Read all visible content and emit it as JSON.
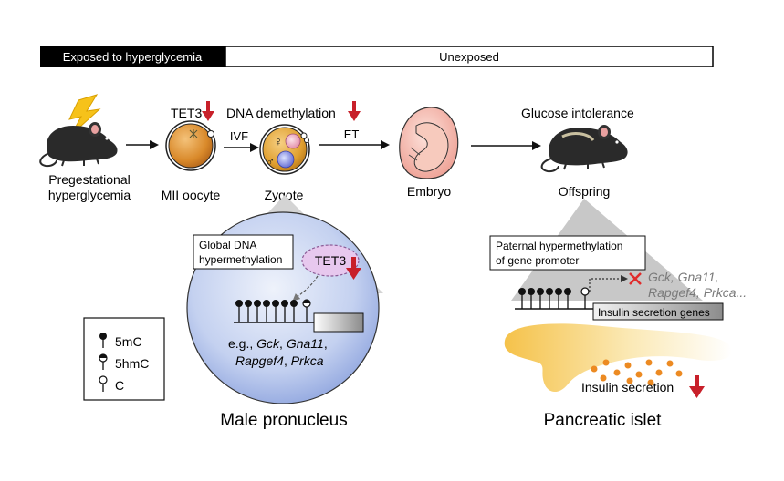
{
  "banner": {
    "exposed_label": "Exposed to hyperglycemia",
    "unexposed_label": "Unexposed"
  },
  "stages": {
    "pregestational": [
      "Pregestational",
      "hyperglycemia"
    ],
    "oocyte": "MII oocyte",
    "zygote": "Zygote",
    "embryo": "Embryo",
    "offspring": "Offspring"
  },
  "annotations": {
    "tet3": "TET3",
    "dna_demethylation": "DNA demethylation",
    "glucose_intolerance": "Glucose intolerance",
    "ivf": "IVF",
    "et": "ET",
    "female_symbol": "♀",
    "male_symbol": "♂"
  },
  "pronucleus_panel": {
    "box_label": [
      "Global DNA",
      "hypermethylation"
    ],
    "tet3_bubble": "TET3",
    "eg_prefix": "e.g., ",
    "genes_line1": [
      "Gck",
      ", ",
      "Gna11",
      ","
    ],
    "genes_line2": [
      "Rapgef4",
      ", ",
      "Prkca"
    ],
    "title": "Male pronucleus"
  },
  "islet_panel": {
    "box_label": [
      "Paternal hypermethylation",
      "of gene promoter"
    ],
    "genes_line1": "Gck, Gna11,",
    "genes_line2": "Rapgef4, Prkca...",
    "gene_bar_label": "Insulin secretion genes",
    "insulin_label": "Insulin secretion",
    "title": "Pancreatic islet"
  },
  "legend": {
    "items": [
      "5mC",
      "5hmC",
      "C"
    ]
  },
  "colors": {
    "down_arrow": "#c8202a",
    "oocyte": "#d98a2a",
    "zygote": "#e0a030",
    "nucleus_fill": "#b9c9ee",
    "embryo": "#f2b6ac",
    "islet_gold": "#f7cf61",
    "insulin_dot": "#ec8a22",
    "block_x": "#e02b2b",
    "banner_black": "#000000"
  }
}
